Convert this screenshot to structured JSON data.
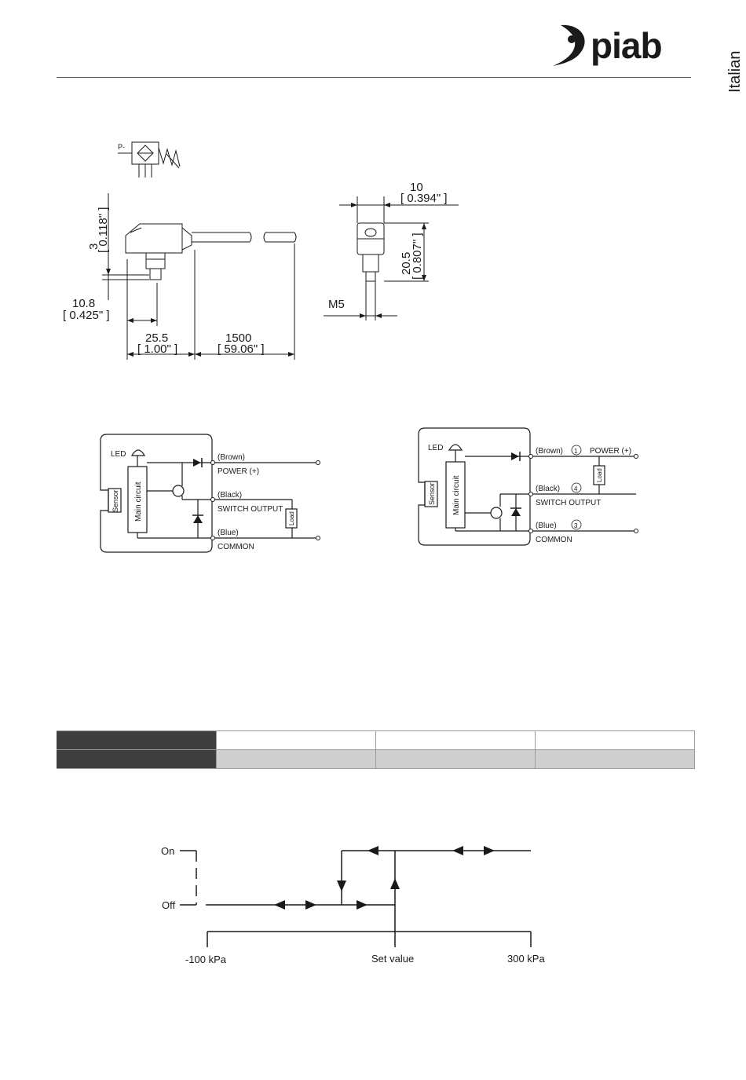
{
  "brand": {
    "name": "piab"
  },
  "language_tab": "Italian",
  "symbol": {
    "label": "P-"
  },
  "dimensions": {
    "d3": "3",
    "d3_in": "[ 0.118\" ]",
    "d10_8": "10.8",
    "d10_8_in": "[ 0.425\" ]",
    "d25_5": "25.5",
    "d25_5_in": "[ 1.00\" ]",
    "d1500": "1500",
    "d1500_in": "[ 59.06\" ]",
    "d10": "10",
    "d10_in": "[ 0.394\" ]",
    "d20_5": "20.5",
    "d20_5_in": "[ 0.807\" ]",
    "thread": "M5"
  },
  "circuit_left": {
    "led": "LED",
    "sensor": "Sensor",
    "main": "Main circuit",
    "brown": "(Brown)",
    "power": "POWER (+)",
    "black": "(Black)",
    "switch": "SWITCH OUTPUT",
    "blue": "(Blue)",
    "common": "COMMON",
    "load": "Load"
  },
  "circuit_right": {
    "led": "LED",
    "sensor": "Sensor",
    "main": "Main circuit",
    "brown": "(Brown)",
    "n1": "1",
    "power": "POWER (+)",
    "black": "(Black)",
    "n4": "4",
    "switch": "SWITCH OUTPUT",
    "blue": "(Blue)",
    "n3": "3",
    "common": "COMMON",
    "load": "Load"
  },
  "table": {
    "rows": [
      [
        "",
        "",
        "",
        ""
      ],
      [
        "",
        "",
        "",
        ""
      ]
    ]
  },
  "hysteresis": {
    "on": "On",
    "off": "Off",
    "min": "-100 kPa",
    "set": "Set value",
    "max": "300 kPa"
  }
}
